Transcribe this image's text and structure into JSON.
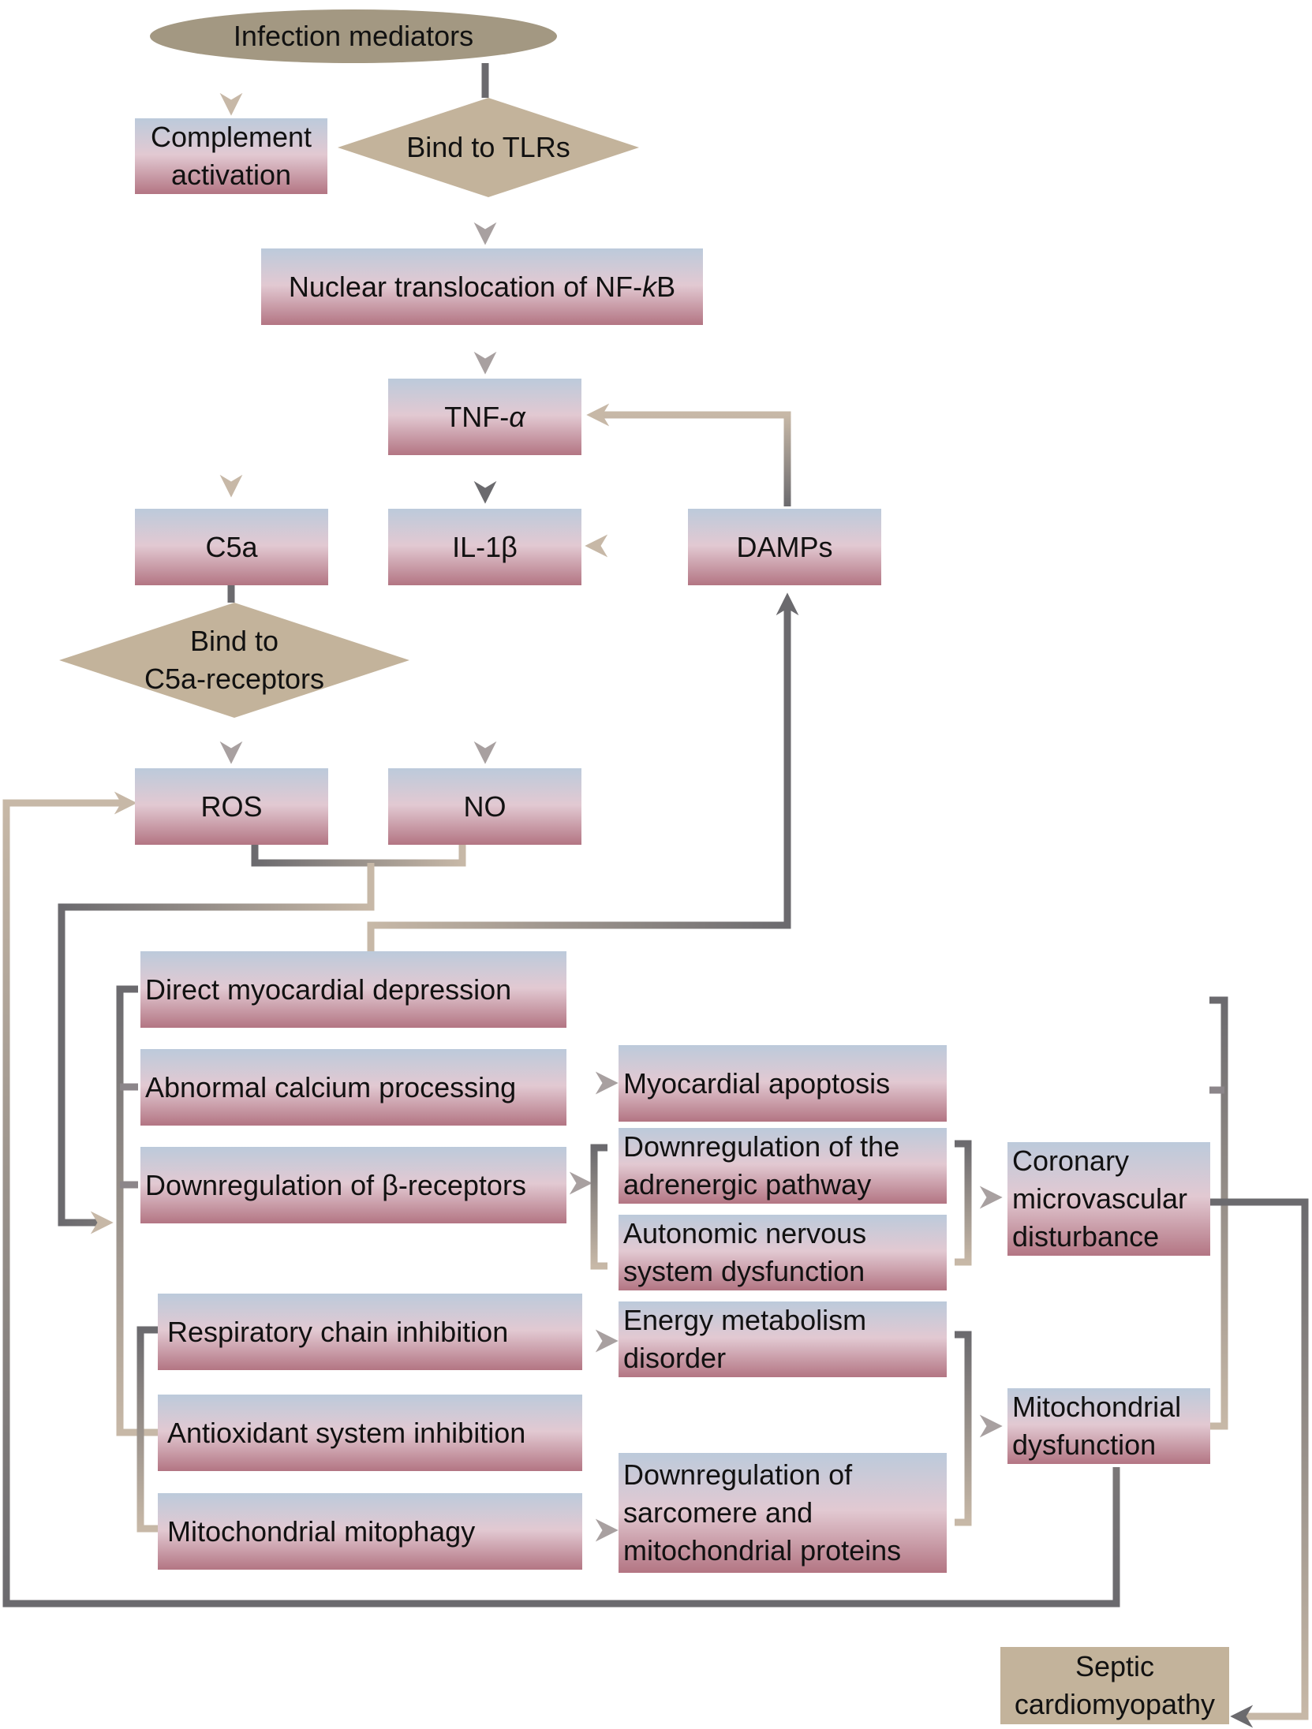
{
  "nodes": {
    "infection_mediators": "Infection mediators",
    "complement_activation": "Complement\nactivation",
    "bind_tlrs": "Bind to TLRs",
    "nfkb_prefix": "Nuclear translocation of NF-",
    "nfkb_italic": "k",
    "nfkb_suffix": "B",
    "tnf_prefix": "TNF-",
    "tnf_italic": "α",
    "c5a": "C5a",
    "il1b": "IL-1β",
    "damps": "DAMPs",
    "bind_c5a": "Bind to\nC5a-receptors",
    "ros": "ROS",
    "no": "NO",
    "direct_myocardial": "Direct myocardial depression",
    "abnormal_calcium": "Abnormal calcium processing",
    "myocardial_apoptosis": "Myocardial apoptosis",
    "downreg_beta": "Downregulation of β-receptors",
    "downreg_adrenergic": "Downregulation of the\nadrenergic pathway",
    "autonomic": "Autonomic nervous\nsystem dysfunction",
    "coronary": "Coronary\nmicrovascular\ndisturbance",
    "respiratory": "Respiratory chain inhibition",
    "energy": "Energy metabolism\ndisorder",
    "antioxidant": "Antioxidant system inhibition",
    "mitophagy": "Mitochondrial mitophagy",
    "downreg_sarcomere": "Downregulation of\nsarcomere and\nmitochondrial proteins",
    "mito_dysfunction": "Mitochondrial\ndysfunction",
    "septic": "Septic\ncardiomyopathy"
  },
  "colors": {
    "box_top": "#bccadb",
    "box_mid": "#e2c9d2",
    "box_bottom": "#b37583",
    "diamond": "#c3b39b",
    "ellipse": "#a39882",
    "line_dark": "#6b6a6e",
    "line_light": "#c7b8a7"
  }
}
